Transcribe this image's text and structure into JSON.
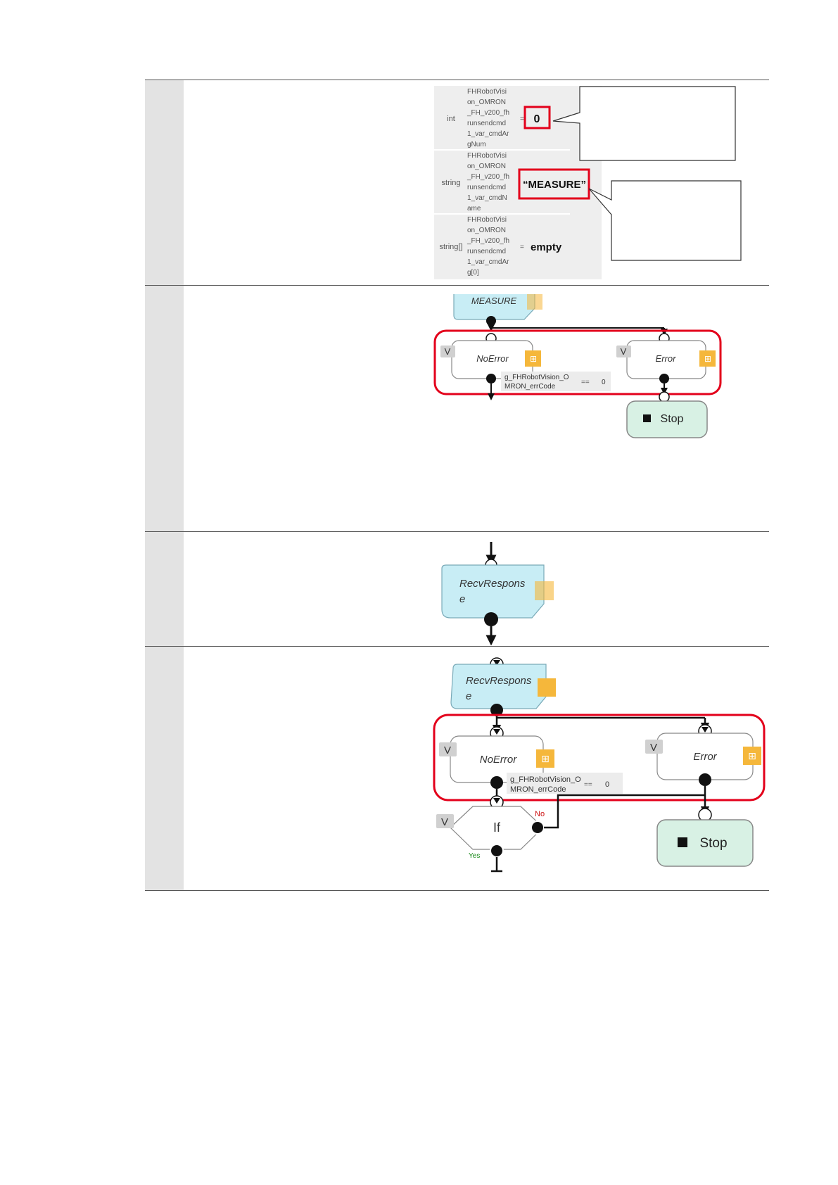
{
  "step1": {
    "rows": [
      {
        "type": "int",
        "name_lines": [
          "FHRobotVisi",
          "on_OMRON",
          "_FH_v200_fh",
          "runsendcmd",
          "1_var_cmdAr",
          "gNum"
        ],
        "eq": "=",
        "value": "0"
      },
      {
        "type": "string",
        "name_lines": [
          "FHRobotVisi",
          "on_OMRON",
          "_FH_v200_fh",
          "runsendcmd",
          "1_var_cmdN",
          "ame"
        ],
        "eq": "",
        "value": "“MEASURE”"
      },
      {
        "type": "string[]",
        "name_lines": [
          "FHRobotVisi",
          "on_OMRON",
          "_FH_v200_fh",
          "runsendcmd",
          "1_var_cmdAr",
          "g[0]"
        ],
        "eq": "=",
        "value": "empty"
      }
    ]
  },
  "step2": {
    "top_block": "MEASURE",
    "noerror_label": "NoError",
    "error_label": "Error",
    "v_badge": "V",
    "condition_lines": [
      "g_FHRobotVision_O",
      "MRON_errCode"
    ],
    "condition_op": "==",
    "condition_value": "0",
    "stop_label": "Stop"
  },
  "step3": {
    "block_lines": [
      "RecvRespons",
      "e"
    ]
  },
  "step4": {
    "block_lines": [
      "RecvRespons",
      "e"
    ],
    "noerror_label": "NoError",
    "error_label": "Error",
    "v_badge": "V",
    "condition_lines": [
      "g_FHRobotVision_O",
      "MRON_errCode"
    ],
    "condition_op": "==",
    "condition_value": "0",
    "if_label": "If",
    "no_label": "No",
    "yes_label": "Yes",
    "stop_label": "Stop"
  },
  "colors": {
    "highlight_red": "#e3001b",
    "block_cyan": "#c8edf5",
    "stop_green": "#d8f1e4",
    "icon_orange": "#f5b73b",
    "yes_green": "#1a8a1a",
    "no_red": "#cc1111",
    "row_gray": "#e3e3e3"
  }
}
